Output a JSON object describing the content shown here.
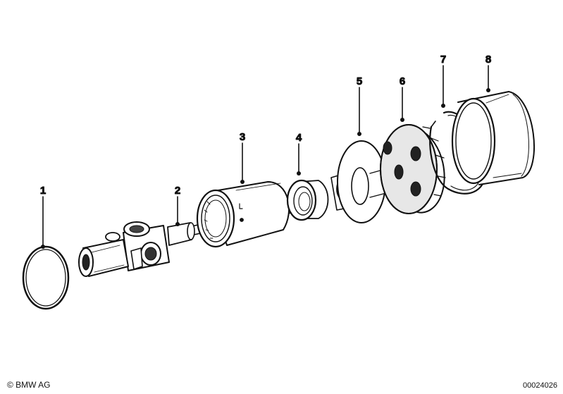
{
  "callouts": [
    {
      "id": "1",
      "label": "1"
    },
    {
      "id": "2",
      "label": "2"
    },
    {
      "id": "3",
      "label": "3"
    },
    {
      "id": "4",
      "label": "4"
    },
    {
      "id": "5",
      "label": "5"
    },
    {
      "id": "6",
      "label": "6"
    },
    {
      "id": "7",
      "label": "7"
    },
    {
      "id": "8",
      "label": "8"
    }
  ],
  "footer": {
    "copyright": "© BMW AG",
    "diagram_number": "00024026"
  },
  "colors": {
    "ink": "#111111",
    "background": "#ffffff"
  }
}
